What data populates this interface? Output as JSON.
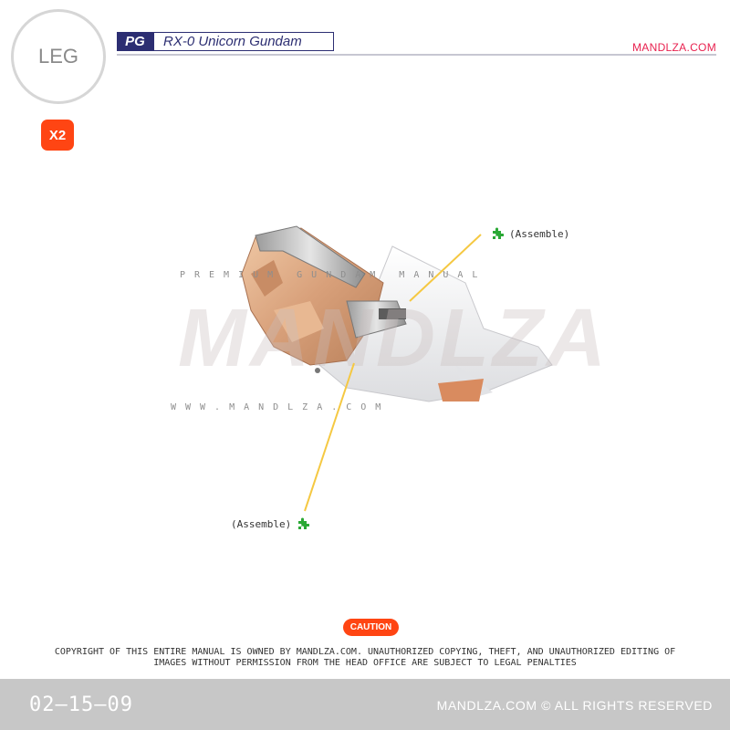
{
  "part": {
    "label": "LEG",
    "quantity": "X2"
  },
  "header": {
    "grade": "PG",
    "model": "RX-0 Unicorn Gundam",
    "site": "MANDLZA.COM"
  },
  "watermark": {
    "top": "PREMIUM GUNDAM MANUAL",
    "big": "MANDLZA",
    "bottom": "WWW.MANDLZA.COM"
  },
  "callouts": {
    "top": {
      "label": "(Assemble)",
      "icon": "puzzle-icon"
    },
    "bottom": {
      "label": "(Assemble)",
      "icon": "puzzle-icon"
    }
  },
  "footer": {
    "caution": "CAUTION",
    "copyright_line1": "COPYRIGHT OF THIS ENTIRE MANUAL IS OWNED BY MANDLZA.COM. UNAUTHORIZED COPYING, THEFT, AND UNAUTHORIZED EDITING OF",
    "copyright_line2": "IMAGES WITHOUT PERMISSION FROM THE HEAD OFFICE ARE SUBJECT TO LEGAL PENALTIES",
    "page": "02–15–09",
    "rights": "MANDLZA.COM © ALL RIGHTS RESERVED"
  },
  "colors": {
    "accent": "#ff4513",
    "brand": "#2c2e72",
    "site": "#e8214f",
    "puzzle": "#2aa835",
    "leader": "#f5c842"
  }
}
